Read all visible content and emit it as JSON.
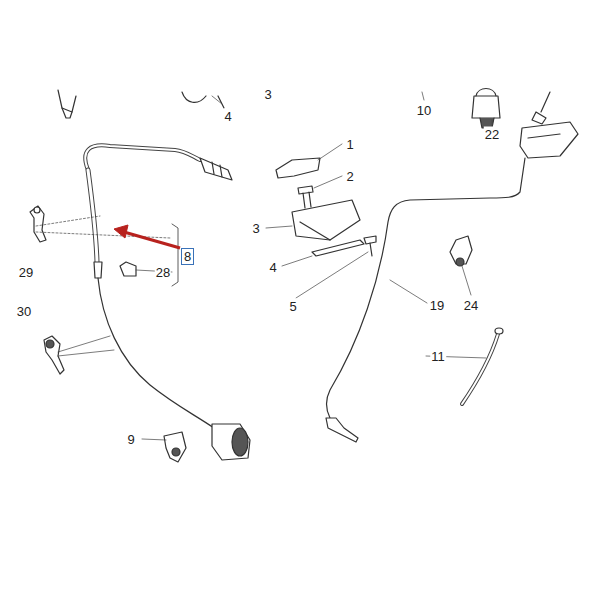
{
  "diagram": {
    "nodes": [
      {
        "text": [
          "8"
        ]
      }
    ],
    "labels": [
      "4",
      "3",
      "10",
      "22",
      "1",
      "2",
      "3",
      "4",
      "5",
      "19",
      "29",
      "28",
      "30",
      "24",
      "11",
      "9"
    ]
  }
}
